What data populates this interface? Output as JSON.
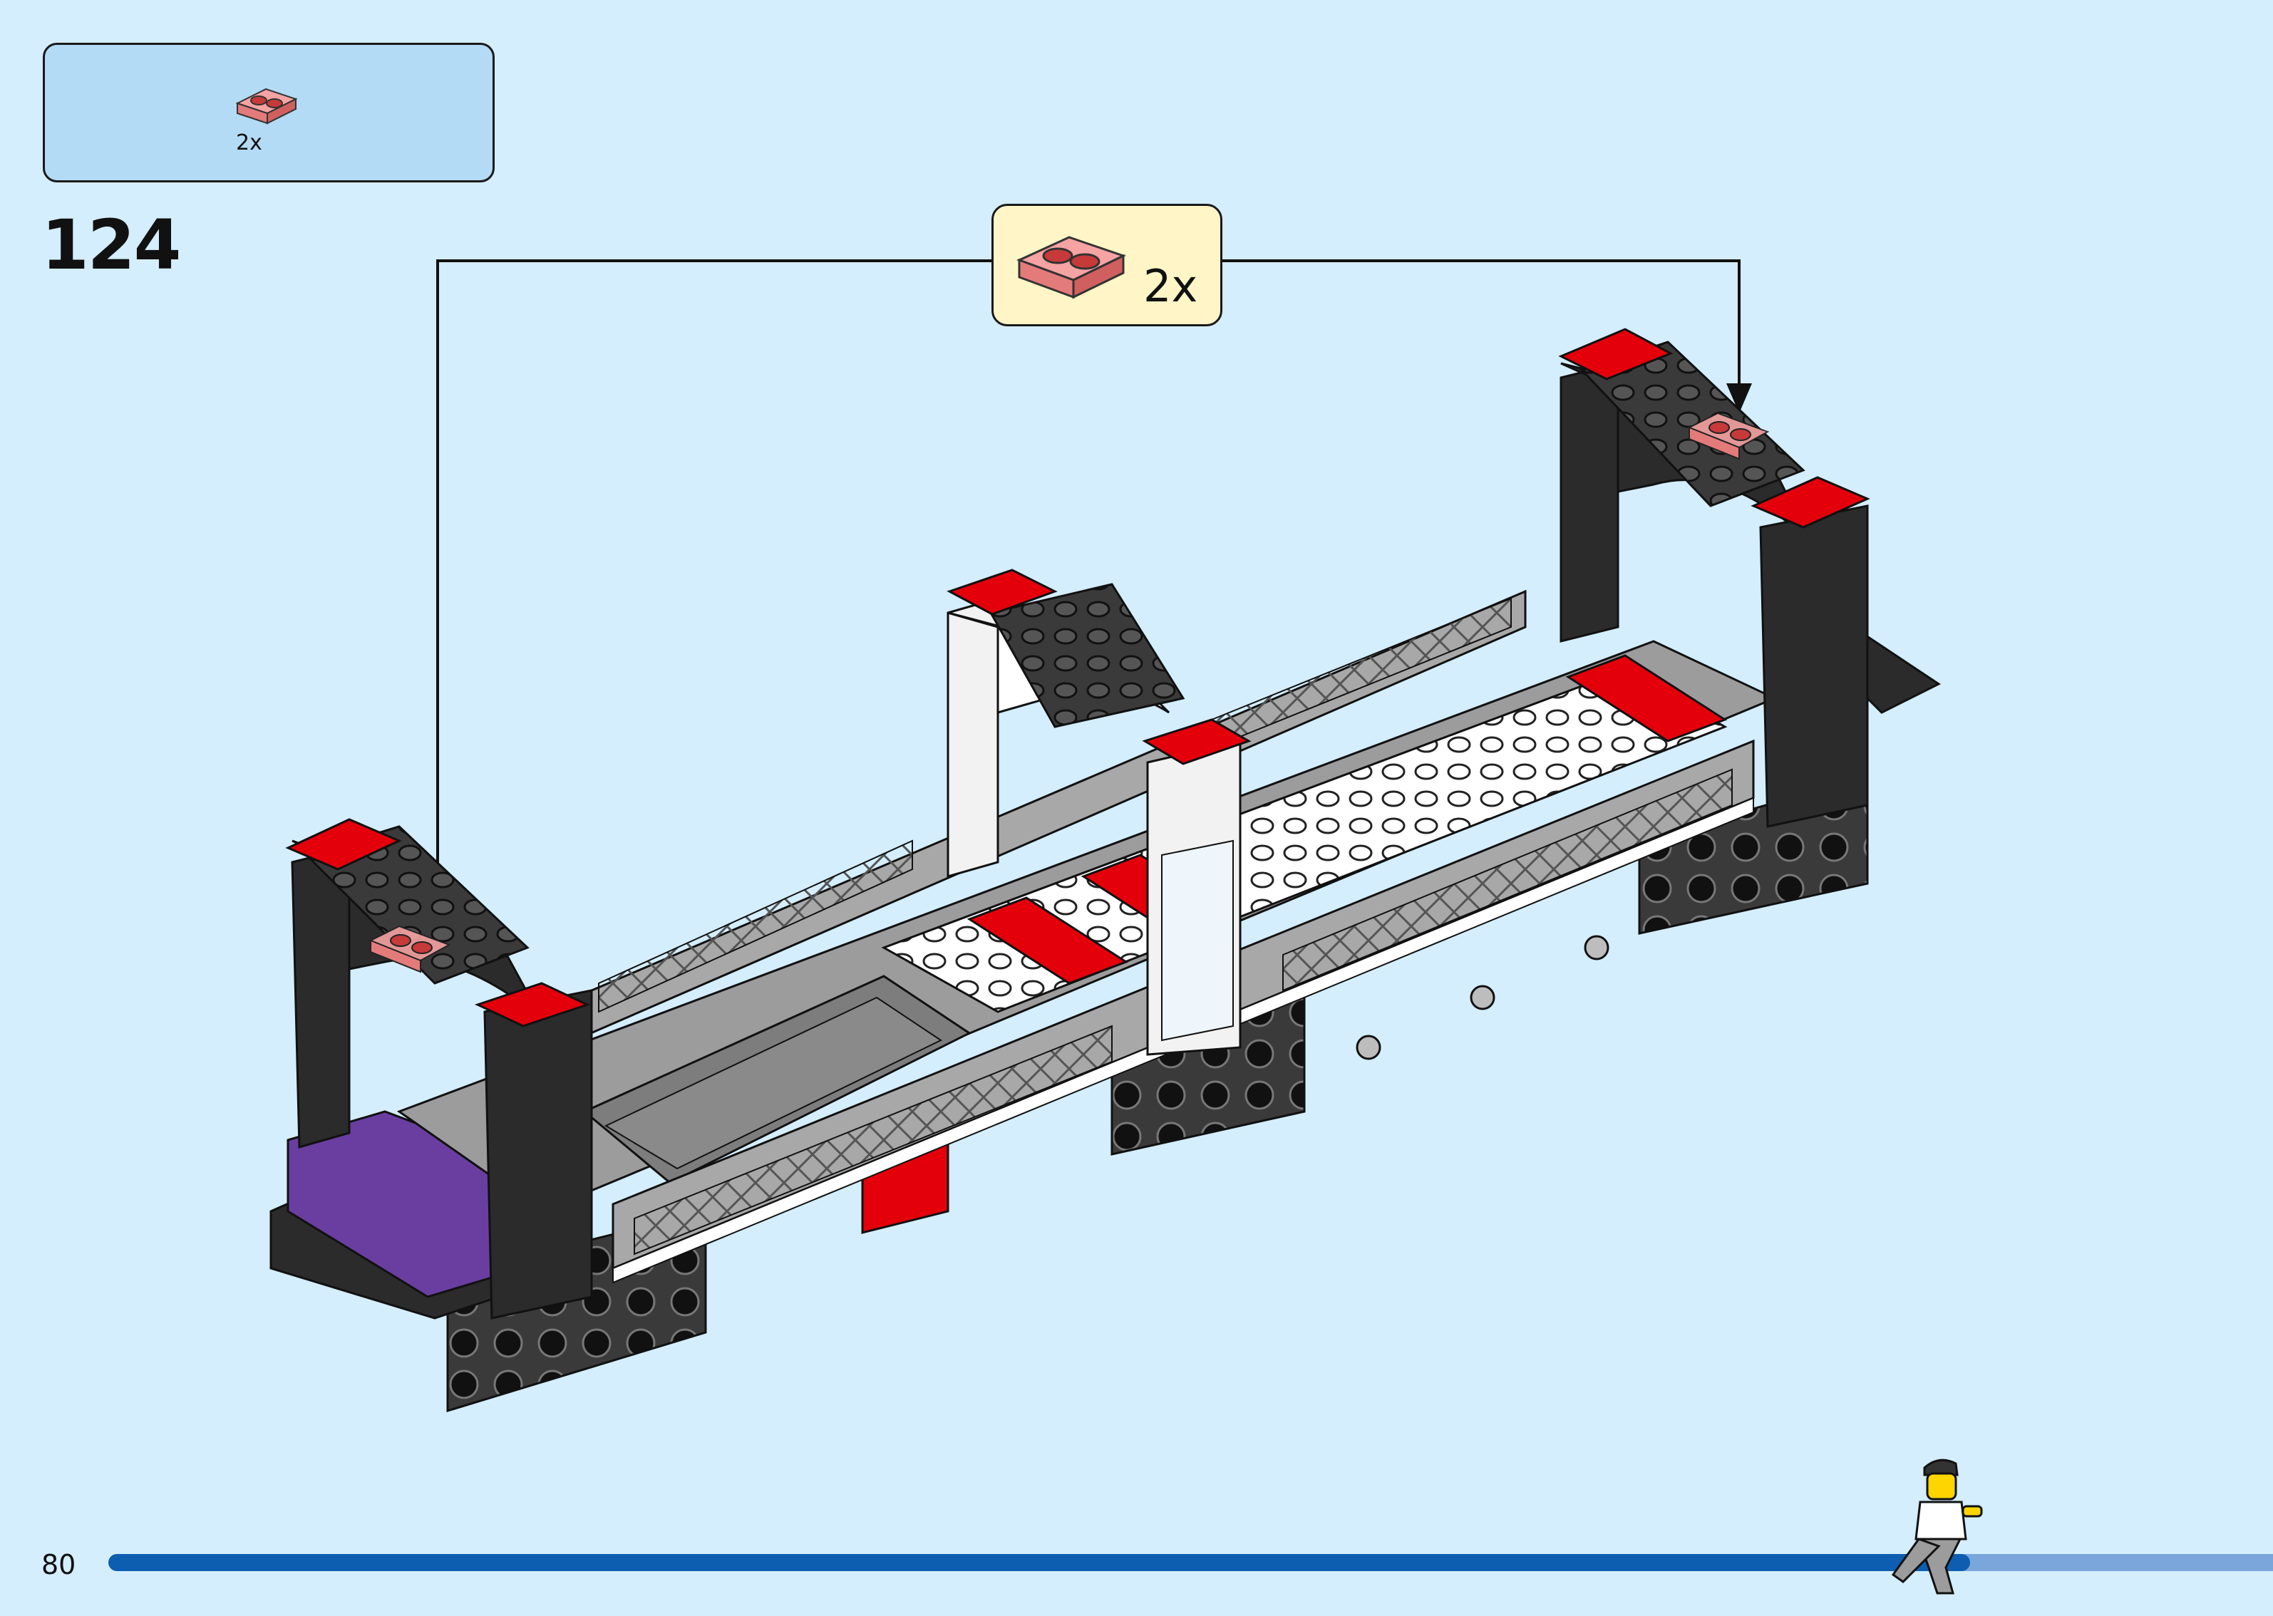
{
  "parts_list": {
    "items": [
      {
        "part": "transparent-red-1x2-plate",
        "quantity": "2x"
      }
    ]
  },
  "step": {
    "number": "124"
  },
  "callout": {
    "part": "transparent-red-1x2-plate",
    "quantity": "2x"
  },
  "footer": {
    "page_number": "80",
    "progress_fraction": 0.86
  },
  "colors": {
    "page_background": "#d4eefe",
    "parts_box": "#b3dbf5",
    "callout_box": "#fff5c6",
    "progress_done": "#0d5eb0",
    "progress_remaining": "#7aa6db",
    "part_transparent_red": "#f08a8a",
    "brick_black": "#2b2b2b",
    "brick_red": "#e3000b",
    "brick_light_gray": "#9c9c9c",
    "brick_white": "#ffffff",
    "brick_purple": "#6a3ea1"
  }
}
